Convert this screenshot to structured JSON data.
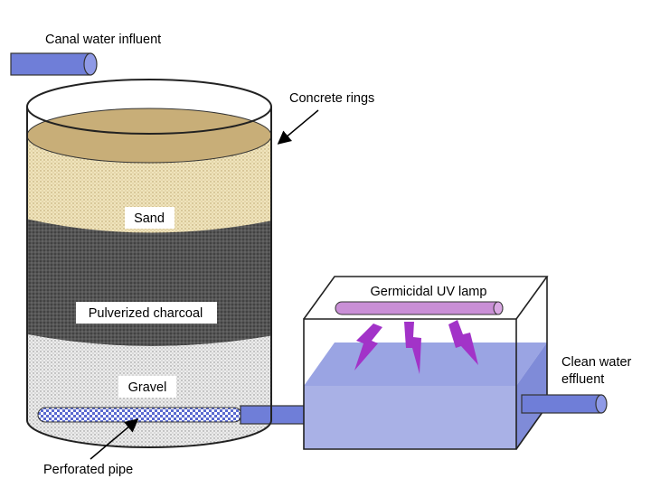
{
  "labels": {
    "influent": "Canal water influent",
    "concrete": "Concrete rings",
    "sand": "Sand",
    "charcoal": "Pulverized charcoal",
    "gravel": "Gravel",
    "perforated": "Perforated pipe",
    "uv_lamp": "Germicidal UV lamp",
    "effluent_line1": "Clean water",
    "effluent_line2": "effluent"
  },
  "colors": {
    "pipe": "#6f7ed8",
    "sand_top": "#c8ae78",
    "sand_fill": "#e9dcae",
    "charcoal": "#4a4a4a",
    "gravel": "#dcdcdc",
    "water_front": "#a9b1e6",
    "water_top": "#8f9ae0",
    "water_side": "#7f8bd8",
    "uv_lamp": "#c98fd6",
    "uv_bolt": "#a233c8"
  }
}
